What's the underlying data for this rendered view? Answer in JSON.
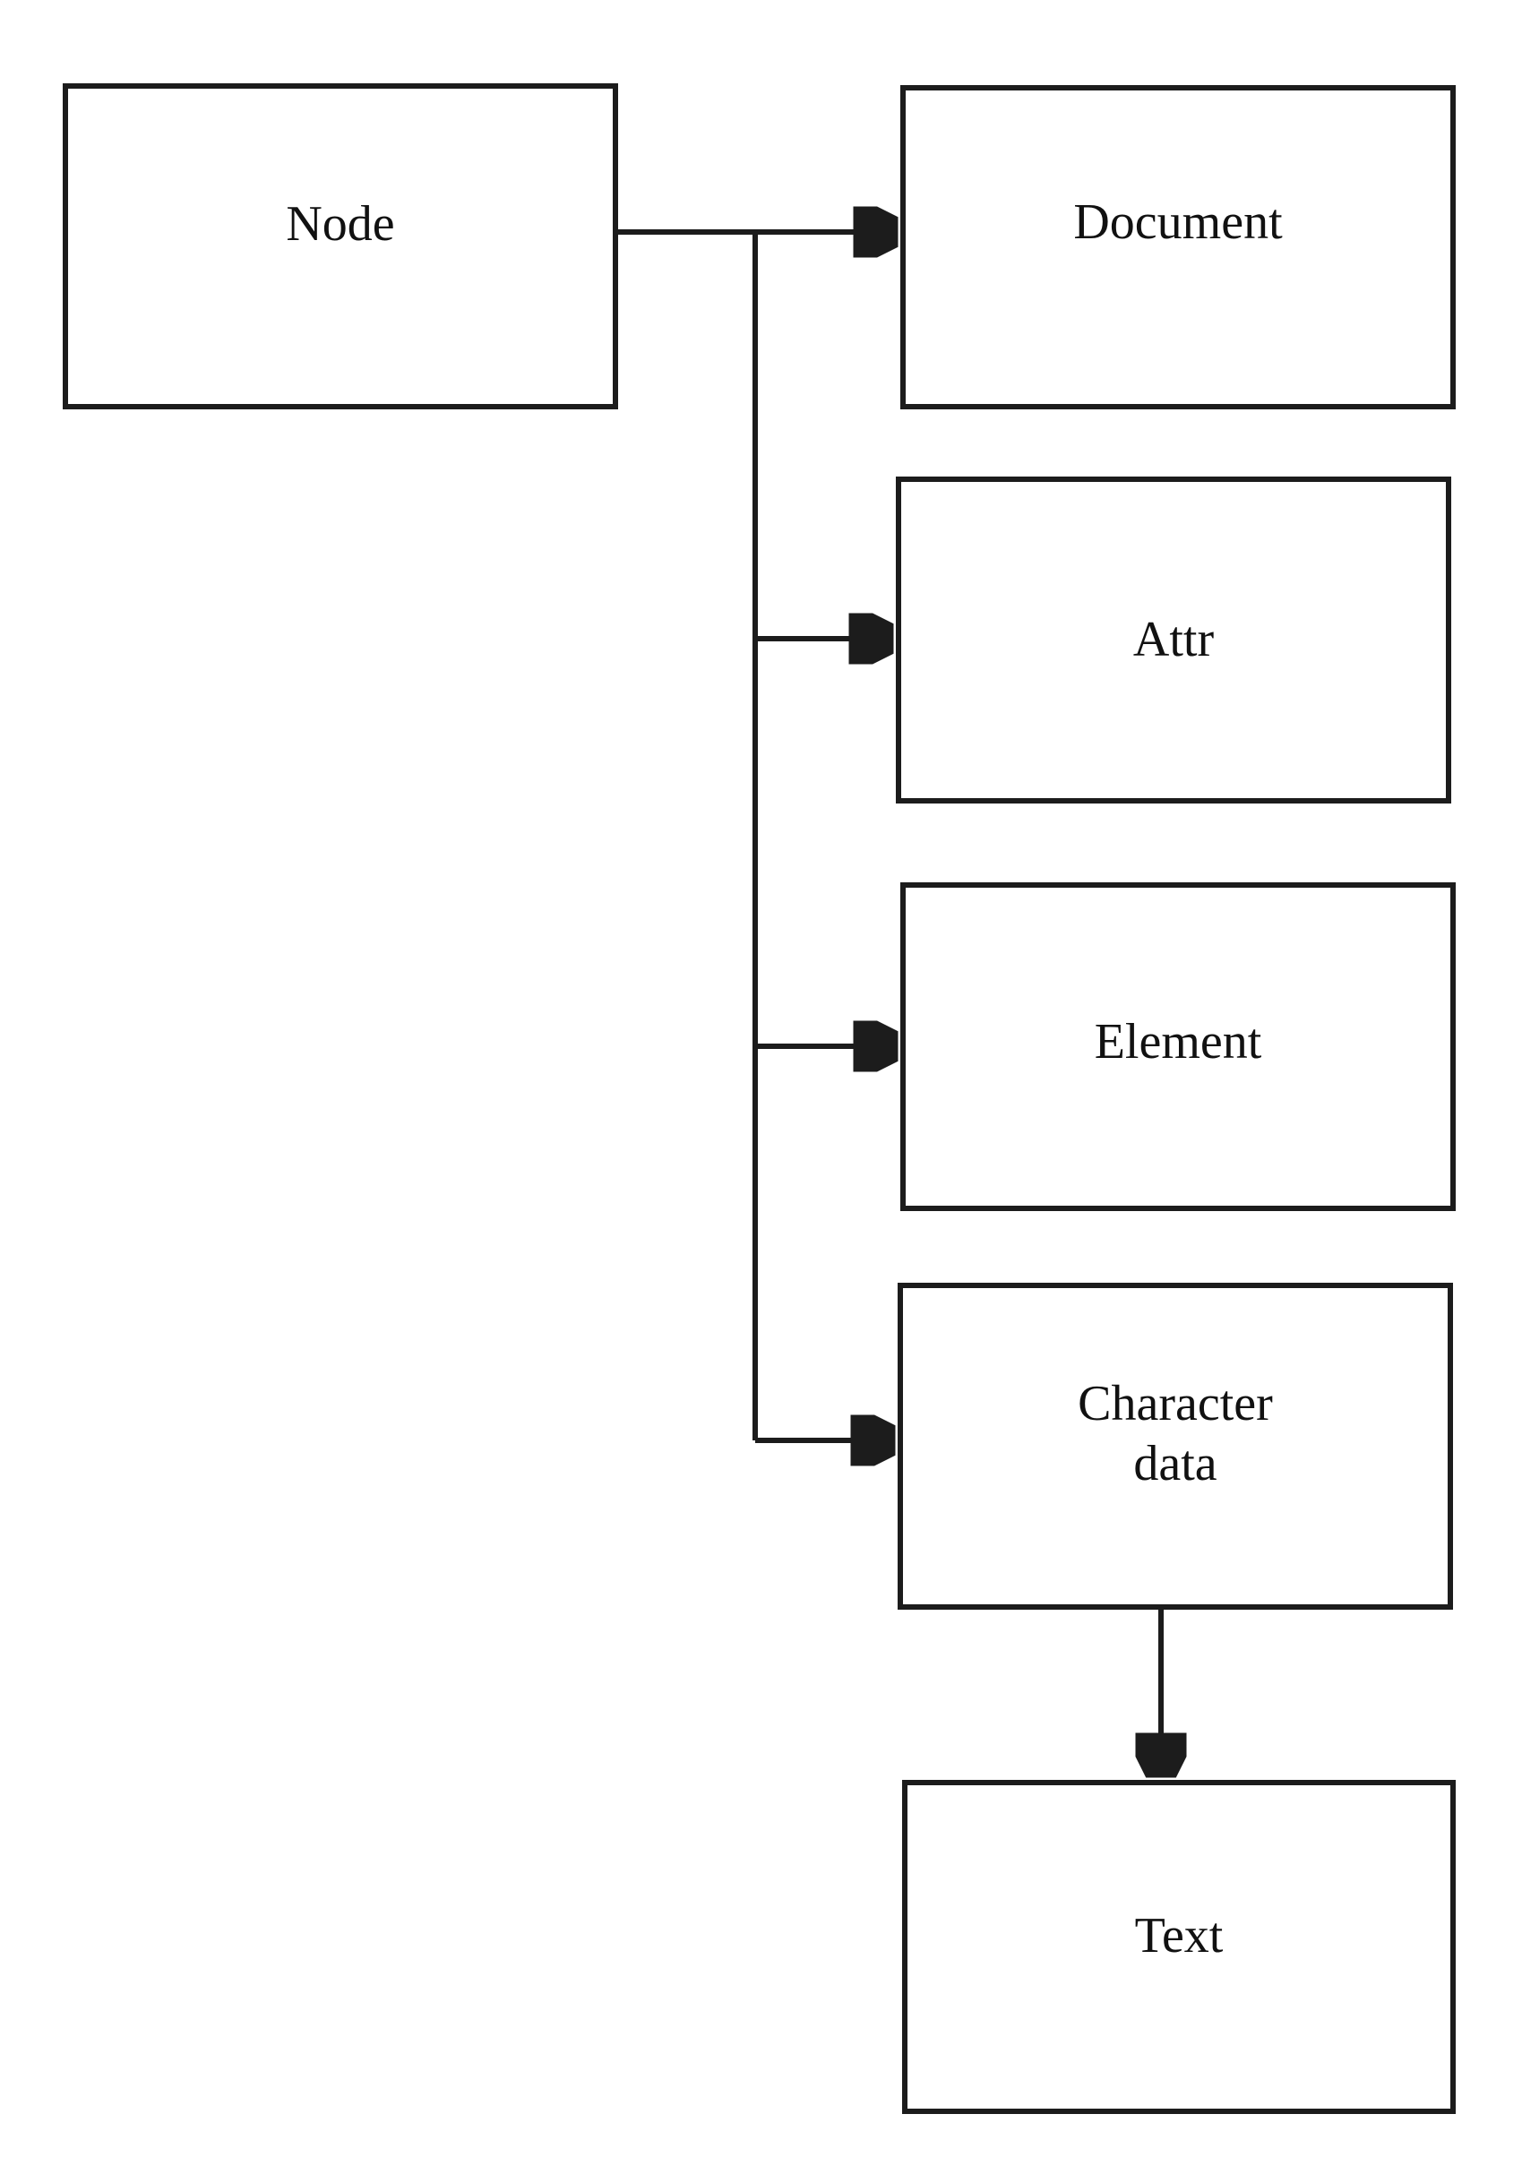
{
  "diagram": {
    "background": "#ffffff",
    "stroke_color": "#1c1c1c",
    "text_color": "#111111",
    "nodes": {
      "node": {
        "label": "Node"
      },
      "document": {
        "label": "Document"
      },
      "attr": {
        "label": "Attr"
      },
      "element": {
        "label": "Element"
      },
      "character_data": {
        "label": "Character data"
      },
      "text": {
        "label": "Text"
      }
    },
    "edges": [
      {
        "from": "node",
        "to": "document"
      },
      {
        "from": "node",
        "to": "attr"
      },
      {
        "from": "node",
        "to": "element"
      },
      {
        "from": "node",
        "to": "character_data"
      },
      {
        "from": "character_data",
        "to": "text"
      }
    ]
  }
}
